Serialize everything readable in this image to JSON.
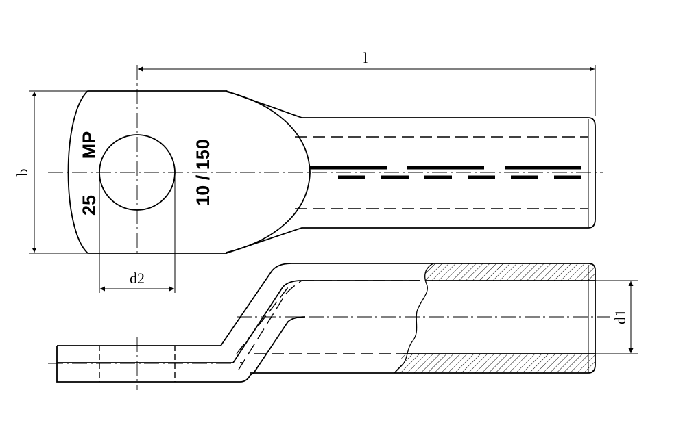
{
  "drawing": {
    "markings": {
      "brand": "MP",
      "cross_section": "25",
      "bolt_range": "10 / 150"
    },
    "dimensions": {
      "length_label": "l",
      "width_label": "b",
      "hole_diameter_label": "d2",
      "bore_diameter_label": "d1"
    },
    "colors": {
      "line": "#000000",
      "background": "#ffffff"
    }
  }
}
